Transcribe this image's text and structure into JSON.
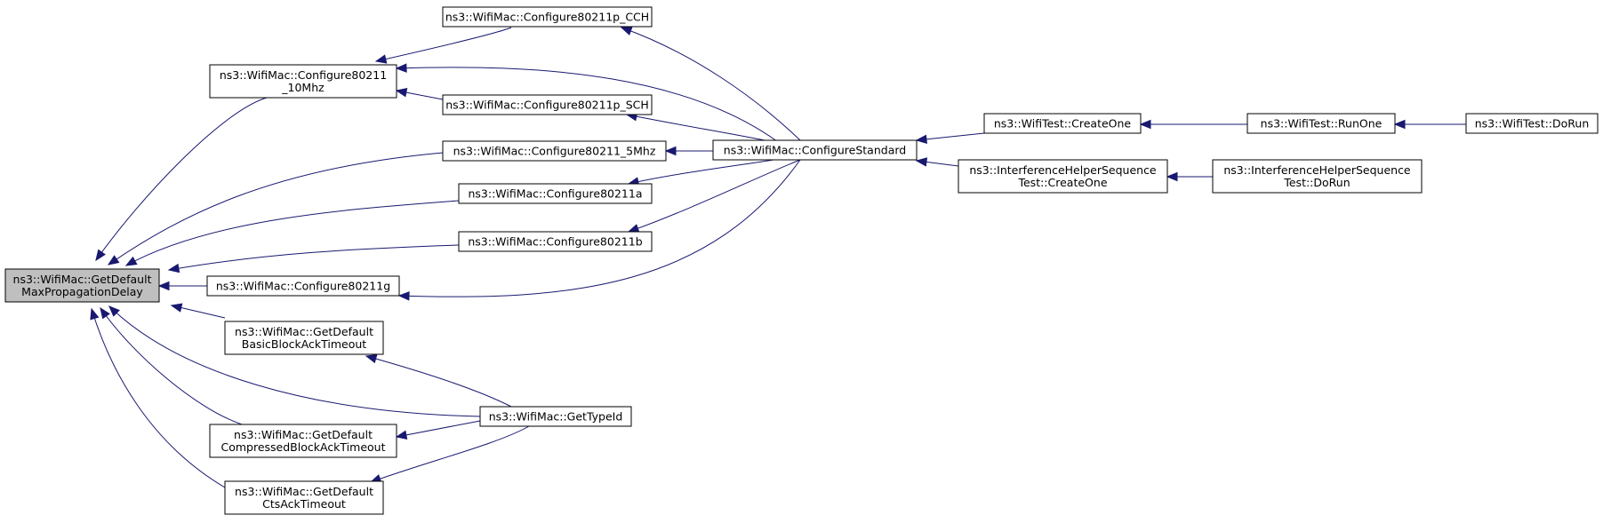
{
  "title": "",
  "nodes": [
    {
      "id": "root",
      "lines": [
        "ns3::WifiMac::GetDefault",
        "MaxPropagationDelay"
      ],
      "highlighted": true
    },
    {
      "id": "c10",
      "lines": [
        "ns3::WifiMac::Configure80211",
        "_10Mhz"
      ]
    },
    {
      "id": "pcch",
      "lines": [
        "ns3::WifiMac::Configure80211p_CCH"
      ]
    },
    {
      "id": "psch",
      "lines": [
        "ns3::WifiMac::Configure80211p_SCH"
      ]
    },
    {
      "id": "c5",
      "lines": [
        "ns3::WifiMac::Configure80211_5Mhz"
      ]
    },
    {
      "id": "ca",
      "lines": [
        "ns3::WifiMac::Configure80211a"
      ]
    },
    {
      "id": "cb",
      "lines": [
        "ns3::WifiMac::Configure80211b"
      ]
    },
    {
      "id": "cg",
      "lines": [
        "ns3::WifiMac::Configure80211g"
      ]
    },
    {
      "id": "basic",
      "lines": [
        "ns3::WifiMac::GetDefault",
        "BasicBlockAckTimeout"
      ]
    },
    {
      "id": "comp",
      "lines": [
        "ns3::WifiMac::GetDefault",
        "CompressedBlockAckTimeout"
      ]
    },
    {
      "id": "cts",
      "lines": [
        "ns3::WifiMac::GetDefault",
        "CtsAckTimeout"
      ]
    },
    {
      "id": "typeid",
      "lines": [
        "ns3::WifiMac::GetTypeId"
      ]
    },
    {
      "id": "cfg",
      "lines": [
        "ns3::WifiMac::ConfigureStandard"
      ]
    },
    {
      "id": "wtc",
      "lines": [
        "ns3::WifiTest::CreateOne"
      ]
    },
    {
      "id": "ihc",
      "lines": [
        "ns3::InterferenceHelperSequence",
        "Test::CreateOne"
      ]
    },
    {
      "id": "wtr",
      "lines": [
        "ns3::WifiTest::RunOne"
      ]
    },
    {
      "id": "ihd",
      "lines": [
        "ns3::InterferenceHelperSequence",
        "Test::DoRun"
      ]
    },
    {
      "id": "wtd",
      "lines": [
        "ns3::WifiTest::DoRun"
      ]
    }
  ],
  "edges": [
    {
      "from": "c10",
      "to": "root"
    },
    {
      "from": "c5",
      "to": "root"
    },
    {
      "from": "ca",
      "to": "root"
    },
    {
      "from": "cb",
      "to": "root"
    },
    {
      "from": "cg",
      "to": "root"
    },
    {
      "from": "basic",
      "to": "root"
    },
    {
      "from": "typeid",
      "to": "root"
    },
    {
      "from": "comp",
      "to": "root"
    },
    {
      "from": "cts",
      "to": "root"
    },
    {
      "from": "pcch",
      "to": "c10"
    },
    {
      "from": "cfg",
      "to": "c10"
    },
    {
      "from": "psch",
      "to": "c10"
    },
    {
      "from": "cfg",
      "to": "pcch"
    },
    {
      "from": "cfg",
      "to": "psch"
    },
    {
      "from": "cfg",
      "to": "c5"
    },
    {
      "from": "cfg",
      "to": "ca"
    },
    {
      "from": "cfg",
      "to": "cb"
    },
    {
      "from": "cfg",
      "to": "cg"
    },
    {
      "from": "typeid",
      "to": "basic"
    },
    {
      "from": "typeid",
      "to": "comp"
    },
    {
      "from": "typeid",
      "to": "cts"
    },
    {
      "from": "wtc",
      "to": "cfg"
    },
    {
      "from": "ihc",
      "to": "cfg"
    },
    {
      "from": "wtr",
      "to": "wtc"
    },
    {
      "from": "ihd",
      "to": "ihc"
    },
    {
      "from": "wtd",
      "to": "wtr"
    }
  ]
}
